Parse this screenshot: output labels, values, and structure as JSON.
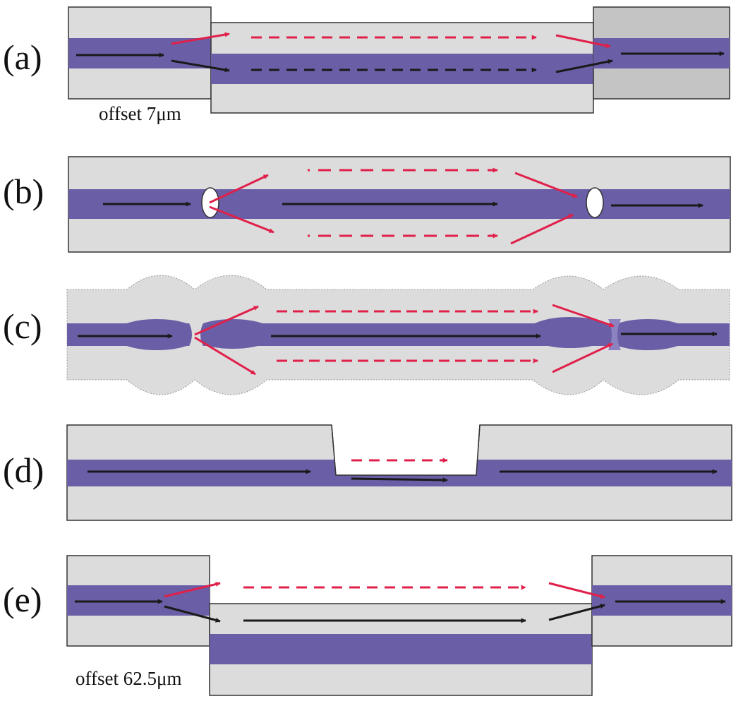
{
  "colors": {
    "cladding": "#dcdcdc",
    "cladding_dark": "#c4c4c4",
    "core": "#6a5fa6",
    "core_light": "#8b82c2",
    "outline": "#333333",
    "core_arrow": "#1a1a1a",
    "cladding_arrow": "#e0204a",
    "void": "#ffffff"
  },
  "panels": {
    "a": {
      "label": "(a)",
      "offset_label": "offset 7μm"
    },
    "b": {
      "label": "(b)"
    },
    "c": {
      "label": "(c)"
    },
    "d": {
      "label": "(d)"
    },
    "e": {
      "label": "(e)",
      "offset_label": "offset 62.5μm"
    }
  }
}
